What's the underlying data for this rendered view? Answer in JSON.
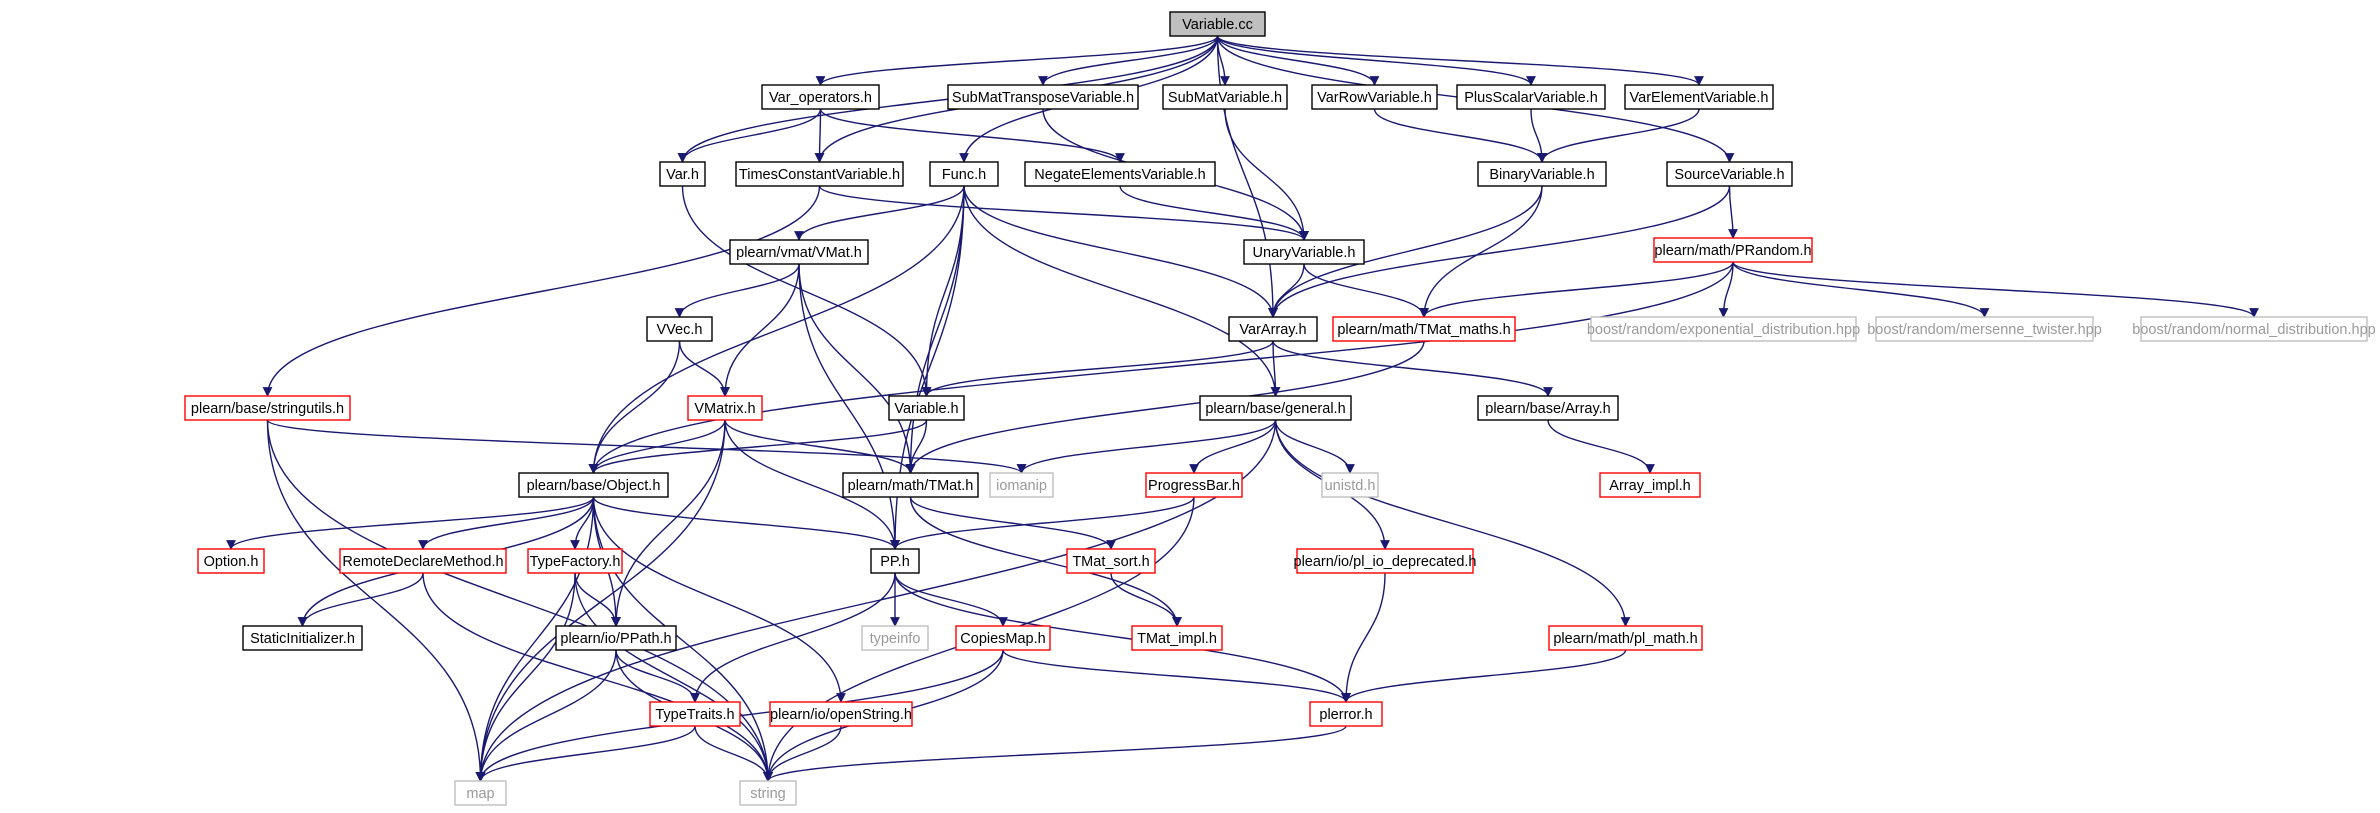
{
  "colors": {
    "edge": "#191970",
    "node_default": "#000000",
    "node_incomplete": "#ff0000",
    "node_system": "#bfbfbf",
    "root_fill": "#bfbfbf"
  },
  "nodes": [
    {
      "id": "variable_cc",
      "label": "Variable.cc",
      "kind": "root"
    },
    {
      "id": "var_operators",
      "label": "Var_operators.h",
      "kind": "normal"
    },
    {
      "id": "submattranspose",
      "label": "SubMatTransposeVariable.h",
      "kind": "normal"
    },
    {
      "id": "submatvariable",
      "label": "SubMatVariable.h",
      "kind": "normal"
    },
    {
      "id": "varrowvariable",
      "label": "VarRowVariable.h",
      "kind": "normal"
    },
    {
      "id": "plusscalar",
      "label": "PlusScalarVariable.h",
      "kind": "normal"
    },
    {
      "id": "varelement",
      "label": "VarElementVariable.h",
      "kind": "normal"
    },
    {
      "id": "var_h",
      "label": "Var.h",
      "kind": "normal"
    },
    {
      "id": "timesconstant",
      "label": "TimesConstantVariable.h",
      "kind": "normal"
    },
    {
      "id": "func_h",
      "label": "Func.h",
      "kind": "normal"
    },
    {
      "id": "negateelements",
      "label": "NegateElementsVariable.h",
      "kind": "normal"
    },
    {
      "id": "binaryvariable",
      "label": "BinaryVariable.h",
      "kind": "normal"
    },
    {
      "id": "sourcevariable",
      "label": "SourceVariable.h",
      "kind": "normal"
    },
    {
      "id": "vmat_h",
      "label": "plearn/vmat/VMat.h",
      "kind": "normal"
    },
    {
      "id": "unaryvariable",
      "label": "UnaryVariable.h",
      "kind": "normal"
    },
    {
      "id": "prandom",
      "label": "plearn/math/PRandom.h",
      "kind": "incomplete"
    },
    {
      "id": "vvec_h",
      "label": "VVec.h",
      "kind": "normal"
    },
    {
      "id": "vararray",
      "label": "VarArray.h",
      "kind": "normal"
    },
    {
      "id": "tmat_maths",
      "label": "plearn/math/TMat_maths.h",
      "kind": "incomplete"
    },
    {
      "id": "boost_exp",
      "label": "boost/random/exponential_distribution.hpp",
      "kind": "system"
    },
    {
      "id": "boost_mt",
      "label": "boost/random/mersenne_twister.hpp",
      "kind": "system"
    },
    {
      "id": "boost_normal",
      "label": "boost/random/normal_distribution.hpp",
      "kind": "system"
    },
    {
      "id": "stringutils",
      "label": "plearn/base/stringutils.h",
      "kind": "incomplete"
    },
    {
      "id": "vmatrix",
      "label": "VMatrix.h",
      "kind": "incomplete"
    },
    {
      "id": "variable_h",
      "label": "Variable.h",
      "kind": "normal"
    },
    {
      "id": "general_h",
      "label": "plearn/base/general.h",
      "kind": "normal"
    },
    {
      "id": "array_h",
      "label": "plearn/base/Array.h",
      "kind": "normal"
    },
    {
      "id": "object_h",
      "label": "plearn/base/Object.h",
      "kind": "normal"
    },
    {
      "id": "iomanip",
      "label": "iomanip",
      "kind": "system"
    },
    {
      "id": "tmat_h",
      "label": "plearn/math/TMat.h",
      "kind": "normal"
    },
    {
      "id": "progressbar",
      "label": "ProgressBar.h",
      "kind": "incomplete"
    },
    {
      "id": "unistd",
      "label": "unistd.h",
      "kind": "system"
    },
    {
      "id": "array_impl",
      "label": "Array_impl.h",
      "kind": "incomplete"
    },
    {
      "id": "option_h",
      "label": "Option.h",
      "kind": "incomplete"
    },
    {
      "id": "remotedeclare",
      "label": "RemoteDeclareMethod.h",
      "kind": "incomplete"
    },
    {
      "id": "typefactory",
      "label": "TypeFactory.h",
      "kind": "incomplete"
    },
    {
      "id": "pp_h",
      "label": "PP.h",
      "kind": "normal"
    },
    {
      "id": "tmat_sort",
      "label": "TMat_sort.h",
      "kind": "incomplete"
    },
    {
      "id": "pl_io_deprecated",
      "label": "plearn/io/pl_io_deprecated.h",
      "kind": "incomplete"
    },
    {
      "id": "staticinit",
      "label": "StaticInitializer.h",
      "kind": "normal"
    },
    {
      "id": "ppath_h",
      "label": "plearn/io/PPath.h",
      "kind": "normal"
    },
    {
      "id": "typeinfo",
      "label": "typeinfo",
      "kind": "system"
    },
    {
      "id": "copiesmap",
      "label": "CopiesMap.h",
      "kind": "incomplete"
    },
    {
      "id": "tmat_impl",
      "label": "TMat_impl.h",
      "kind": "incomplete"
    },
    {
      "id": "pl_math",
      "label": "plearn/math/pl_math.h",
      "kind": "incomplete"
    },
    {
      "id": "typetraits",
      "label": "TypeTraits.h",
      "kind": "incomplete"
    },
    {
      "id": "openstring",
      "label": "plearn/io/openString.h",
      "kind": "incomplete"
    },
    {
      "id": "plerror",
      "label": "plerror.h",
      "kind": "incomplete"
    },
    {
      "id": "map",
      "label": "map",
      "kind": "system"
    },
    {
      "id": "string",
      "label": "string",
      "kind": "system"
    }
  ],
  "edges": [
    [
      "variable_cc",
      "var_operators"
    ],
    [
      "variable_cc",
      "submattranspose"
    ],
    [
      "variable_cc",
      "submatvariable"
    ],
    [
      "variable_cc",
      "varrowvariable"
    ],
    [
      "variable_cc",
      "plusscalar"
    ],
    [
      "variable_cc",
      "varelement"
    ],
    [
      "variable_cc",
      "var_h"
    ],
    [
      "variable_cc",
      "timesconstant"
    ],
    [
      "variable_cc",
      "func_h"
    ],
    [
      "variable_cc",
      "vararray"
    ],
    [
      "variable_cc",
      "sourcevariable"
    ],
    [
      "var_operators",
      "var_h"
    ],
    [
      "var_operators",
      "timesconstant"
    ],
    [
      "var_operators",
      "negateelements"
    ],
    [
      "submattranspose",
      "unaryvariable"
    ],
    [
      "submatvariable",
      "unaryvariable"
    ],
    [
      "varrowvariable",
      "binaryvariable"
    ],
    [
      "plusscalar",
      "binaryvariable"
    ],
    [
      "varelement",
      "binaryvariable"
    ],
    [
      "var_h",
      "variable_h"
    ],
    [
      "timesconstant",
      "unaryvariable"
    ],
    [
      "timesconstant",
      "stringutils"
    ],
    [
      "func_h",
      "vmat_h"
    ],
    [
      "func_h",
      "vararray"
    ],
    [
      "func_h",
      "variable_h"
    ],
    [
      "func_h",
      "general_h"
    ],
    [
      "func_h",
      "object_h"
    ],
    [
      "func_h",
      "tmat_h"
    ],
    [
      "func_h",
      "pp_h"
    ],
    [
      "negateelements",
      "unaryvariable"
    ],
    [
      "binaryvariable",
      "vararray"
    ],
    [
      "binaryvariable",
      "tmat_maths"
    ],
    [
      "sourcevariable",
      "vararray"
    ],
    [
      "sourcevariable",
      "prandom"
    ],
    [
      "vmat_h",
      "vvec_h"
    ],
    [
      "vmat_h",
      "vmatrix"
    ],
    [
      "vmat_h",
      "tmat_h"
    ],
    [
      "vmat_h",
      "pp_h"
    ],
    [
      "unaryvariable",
      "vararray"
    ],
    [
      "unaryvariable",
      "tmat_maths"
    ],
    [
      "prandom",
      "tmat_maths"
    ],
    [
      "prandom",
      "boost_exp"
    ],
    [
      "prandom",
      "boost_mt"
    ],
    [
      "prandom",
      "boost_normal"
    ],
    [
      "prandom",
      "object_h"
    ],
    [
      "vvec_h",
      "vmatrix"
    ],
    [
      "vvec_h",
      "object_h"
    ],
    [
      "vararray",
      "variable_h"
    ],
    [
      "vararray",
      "general_h"
    ],
    [
      "vararray",
      "array_h"
    ],
    [
      "tmat_maths",
      "tmat_h"
    ],
    [
      "stringutils",
      "iomanip"
    ],
    [
      "stringutils",
      "map"
    ],
    [
      "stringutils",
      "string"
    ],
    [
      "vmatrix",
      "object_h"
    ],
    [
      "vmatrix",
      "tmat_h"
    ],
    [
      "vmatrix",
      "pp_h"
    ],
    [
      "vmatrix",
      "ppath_h"
    ],
    [
      "vmatrix",
      "map"
    ],
    [
      "variable_h",
      "object_h"
    ],
    [
      "variable_h",
      "tmat_h"
    ],
    [
      "general_h",
      "iomanip"
    ],
    [
      "general_h",
      "progressbar"
    ],
    [
      "general_h",
      "unistd"
    ],
    [
      "general_h",
      "pl_io_deprecated"
    ],
    [
      "general_h",
      "pl_math"
    ],
    [
      "general_h",
      "map"
    ],
    [
      "array_h",
      "array_impl"
    ],
    [
      "object_h",
      "option_h"
    ],
    [
      "object_h",
      "remotedeclare"
    ],
    [
      "object_h",
      "typefactory"
    ],
    [
      "object_h",
      "staticinit"
    ],
    [
      "object_h",
      "ppath_h"
    ],
    [
      "object_h",
      "pp_h"
    ],
    [
      "object_h",
      "openstring"
    ],
    [
      "object_h",
      "map"
    ],
    [
      "object_h",
      "string"
    ],
    [
      "tmat_h",
      "tmat_sort"
    ],
    [
      "tmat_h",
      "tmat_impl"
    ],
    [
      "progressbar",
      "pp_h"
    ],
    [
      "progressbar",
      "string"
    ],
    [
      "remotedeclare",
      "staticinit"
    ],
    [
      "remotedeclare",
      "string"
    ],
    [
      "typefactory",
      "ppath_h"
    ],
    [
      "typefactory",
      "map"
    ],
    [
      "typefactory",
      "string"
    ],
    [
      "pp_h",
      "typeinfo"
    ],
    [
      "pp_h",
      "copiesmap"
    ],
    [
      "pp_h",
      "typetraits"
    ],
    [
      "pp_h",
      "plerror"
    ],
    [
      "tmat_sort",
      "tmat_impl"
    ],
    [
      "pl_io_deprecated",
      "plerror"
    ],
    [
      "ppath_h",
      "typetraits"
    ],
    [
      "ppath_h",
      "map"
    ],
    [
      "ppath_h",
      "string"
    ],
    [
      "copiesmap",
      "plerror"
    ],
    [
      "copiesmap",
      "map"
    ],
    [
      "copiesmap",
      "string"
    ],
    [
      "pl_math",
      "plerror"
    ],
    [
      "typetraits",
      "map"
    ],
    [
      "typetraits",
      "string"
    ],
    [
      "openstring",
      "string"
    ],
    [
      "plerror",
      "string"
    ]
  ]
}
